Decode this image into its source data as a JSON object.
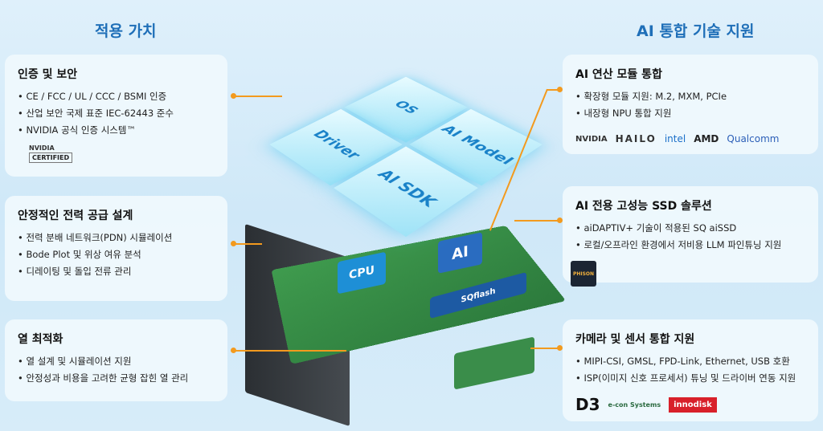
{
  "left_heading": "적용 가치",
  "right_heading": "AI 통합 기술 지원",
  "left_panels": [
    {
      "title": "인증 및 보안",
      "items": [
        "CE / FCC / UL / CCC / BSMI 인증",
        "산업 보안 국제 표준 IEC-62443 준수",
        "NVIDIA 공식 인증 시스템™"
      ],
      "badge": {
        "top": "NVIDIA",
        "bottom": "CERTIFIED"
      }
    },
    {
      "title": "안정적인 전력 공급 설계",
      "items": [
        "전력 분배 네트워크(PDN) 시뮬레이션",
        "Bode Plot 및 위상 여유 분석",
        "디레이팅 및 돌입 전류 관리"
      ]
    },
    {
      "title": "열 최적화",
      "items": [
        "열 설계 및 시뮬레이션 지원",
        "안정성과 비용을 고려한 균형 잡힌 열 관리"
      ]
    }
  ],
  "right_panels": [
    {
      "title": "AI 연산 모듈 통합",
      "items": [
        "확장형 모듈 지원: M.2, MXM, PCIe",
        "내장형 NPU 통합 지원"
      ],
      "logos": [
        "NVIDIA",
        "HAILO",
        "intel",
        "AMD",
        "Qualcomm"
      ]
    },
    {
      "title": "AI 전용 고성능 SSD 솔루션",
      "items": [
        "aiDAPTIV+ 기술이 적용된 SQ aiSSD",
        "로컬/오프라인 환경에서 저비용 LLM 파인튜닝 지원"
      ],
      "logos": [
        "PHISON"
      ]
    },
    {
      "title": "카메라 및 센서 통합 지원",
      "items": [
        "MIPI-CSI, GMSL, FPD-Link, Ethernet, USB  호환",
        "ISP(이미지 신호 프로세서) 튜닝 및 드라이버 연동 지원"
      ],
      "logos": [
        "D3",
        "e-con Systems",
        "innodisk"
      ]
    }
  ],
  "stack": {
    "tiles": [
      "OS",
      "AI Model",
      "Driver",
      "AI SDK"
    ],
    "cpu": "CPU",
    "ai": "AI",
    "ssd": "SQflash"
  },
  "colors": {
    "accent": "#f39a1e",
    "heading": "#1f6fb8"
  }
}
